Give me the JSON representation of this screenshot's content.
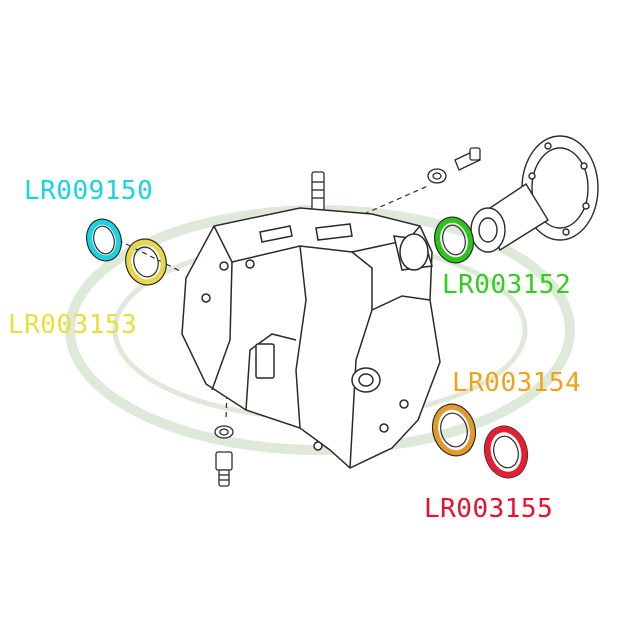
{
  "labels": {
    "lr009150": {
      "text": "LR009150",
      "color": "#19d3e0"
    },
    "lr003153": {
      "text": "LR003153",
      "color": "#e7df3a"
    },
    "lr003152": {
      "text": "LR003152",
      "color": "#33cc22"
    },
    "lr003154": {
      "text": "LR003154",
      "color": "#f0a21c"
    },
    "lr003155": {
      "text": "LR003155",
      "color": "#e8112d"
    }
  },
  "colors": {
    "line": "#2a2a2a",
    "watermark": "#d9e6d4",
    "seal_cyan": "#19d3e0",
    "seal_yellow": "#e7d64a",
    "seal_green": "#2fc21f",
    "seal_orange": "#e29a2d",
    "seal_red": "#e3202f"
  }
}
